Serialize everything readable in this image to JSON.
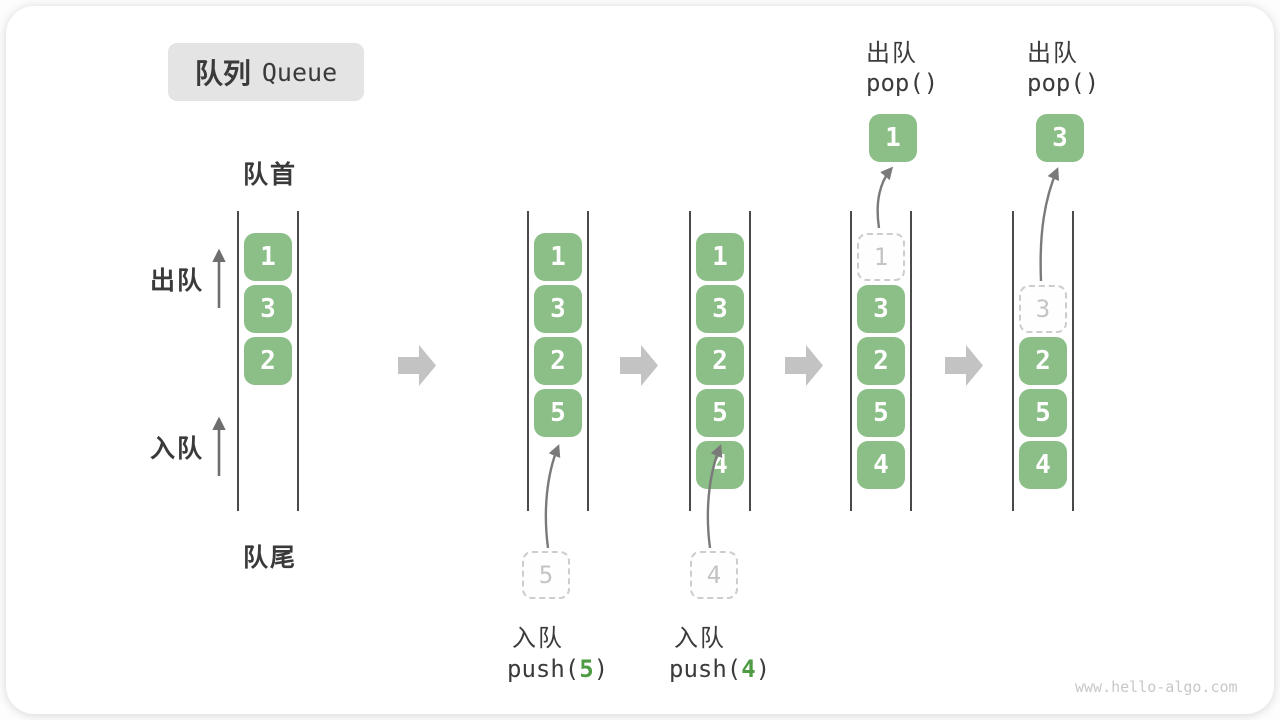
{
  "title": {
    "zh": "队列",
    "en": "Queue"
  },
  "structure_labels": {
    "front": "队首",
    "rear": "队尾",
    "dequeue_side": "出队",
    "enqueue_side": "入队"
  },
  "queue1": {
    "values": [
      "1",
      "3",
      "2"
    ]
  },
  "queue2": {
    "values": [
      "1",
      "3",
      "2",
      "5"
    ],
    "incoming": "5"
  },
  "queue3": {
    "values": [
      "1",
      "3",
      "2",
      "5",
      "4"
    ],
    "incoming": "4"
  },
  "queue4": {
    "removed": "1",
    "values": [
      "3",
      "2",
      "5",
      "4"
    ],
    "popped": "1"
  },
  "queue5": {
    "removed": "3",
    "values": [
      "2",
      "5",
      "4"
    ],
    "popped": "3"
  },
  "op_push5": {
    "label": "入队",
    "fn": "push(",
    "arg": "5",
    "close": ")"
  },
  "op_push4": {
    "label": "入队",
    "fn": "push(",
    "arg": "4",
    "close": ")"
  },
  "op_pop1": {
    "label": "出队",
    "code": "pop()"
  },
  "op_pop2": {
    "label": "出队",
    "code": "pop()"
  },
  "watermark": "www.hello-algo.com",
  "colors": {
    "cell_green": "#8CBE87",
    "arg_green": "#4E9B43",
    "step_arrow_gray": "#c3c3c3",
    "thin_arrow_gray": "#7a7a7a",
    "ghost_border": "#cdcdcd",
    "badge_bg": "#e4e4e4",
    "text_dark": "#3a3a3a"
  }
}
